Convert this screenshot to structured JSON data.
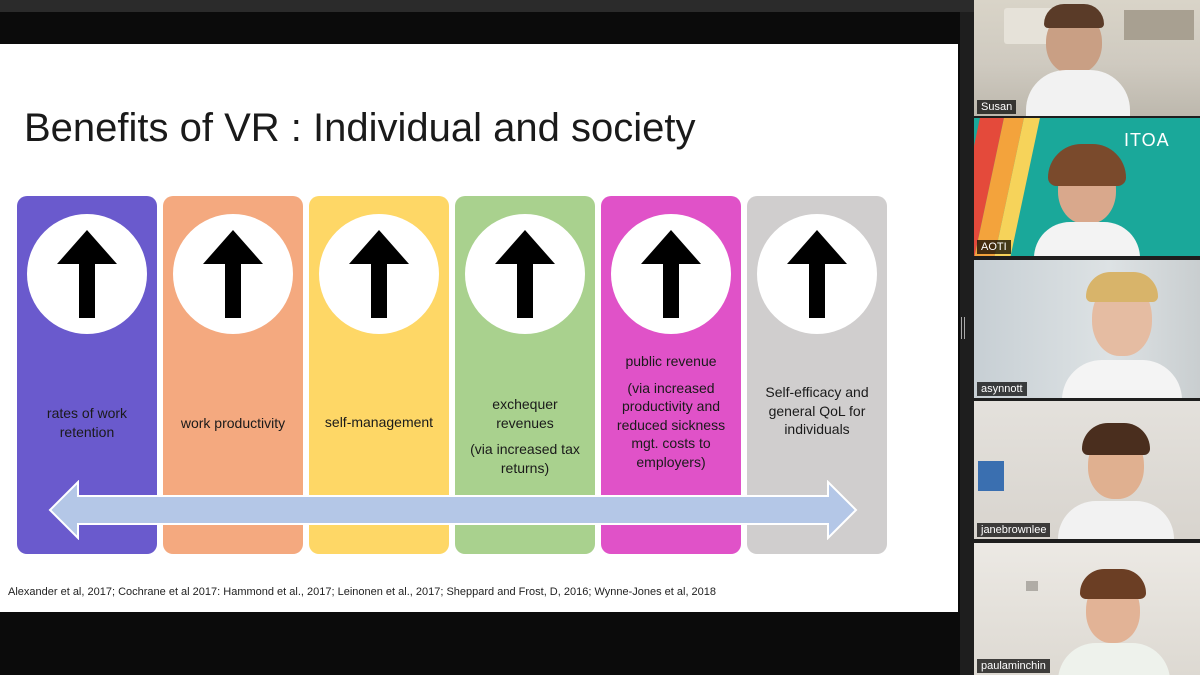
{
  "slide": {
    "title": "Benefits of VR : Individual and society",
    "columns": [
      {
        "label": "rates of work retention",
        "sub": "",
        "color": "#6a5acd"
      },
      {
        "label": "work productivity",
        "sub": "",
        "color": "#f4a97f"
      },
      {
        "label": "self-management",
        "sub": "",
        "color": "#fed766"
      },
      {
        "label": "exchequer revenues",
        "sub": "(via increased tax returns)",
        "color": "#a9d18e"
      },
      {
        "label": "public revenue",
        "sub": "(via increased productivity and reduced sickness mgt. costs to employers)",
        "color": "#e052c8"
      },
      {
        "label": "Self-efficacy and general QoL for individuals",
        "sub": "",
        "color": "#d0cece"
      }
    ],
    "citation": "Alexander et al, 2017; Cochrane et al 2017: Hammond et al., 2017; Leinonen et al., 2017; Sheppard and Frost, D, 2016; Wynne-Jones et al, 2018"
  },
  "participants": [
    {
      "name": "Susan",
      "speaking": true
    },
    {
      "name": "AOTI",
      "speaking": false
    },
    {
      "name": "asynnott",
      "speaking": false
    },
    {
      "name": "janebrownlee",
      "speaking": false
    },
    {
      "name": "paulaminchin",
      "speaking": false
    }
  ],
  "logo": {
    "text": "ITOA"
  },
  "icons": {
    "column_icon": "up-arrow-icon",
    "band_icon": "double-headed-arrow-icon"
  }
}
